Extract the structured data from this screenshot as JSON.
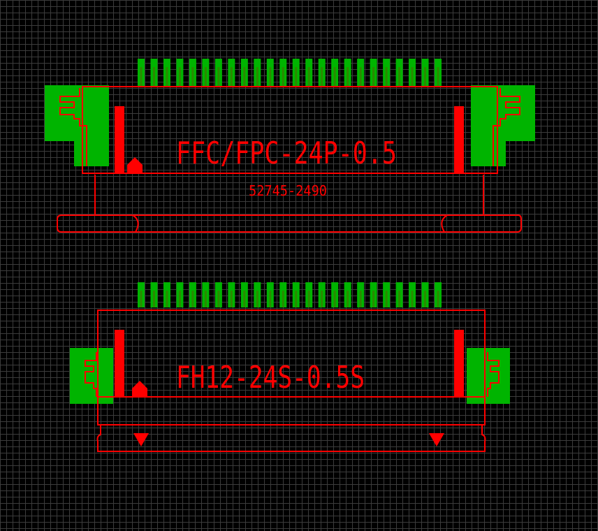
{
  "theme": {
    "background": "#000000",
    "grid": "#3c3c3c",
    "pad": "#00b400",
    "pad_stripe": "#2a8a00",
    "outline": "#ff0000"
  },
  "footprints": [
    {
      "name": "FFC/FPC-24P-0.5",
      "part_number": "52745-2490",
      "pin_count": 24
    },
    {
      "name": "FH12-24S-0.5S",
      "pin_count": 24
    }
  ]
}
